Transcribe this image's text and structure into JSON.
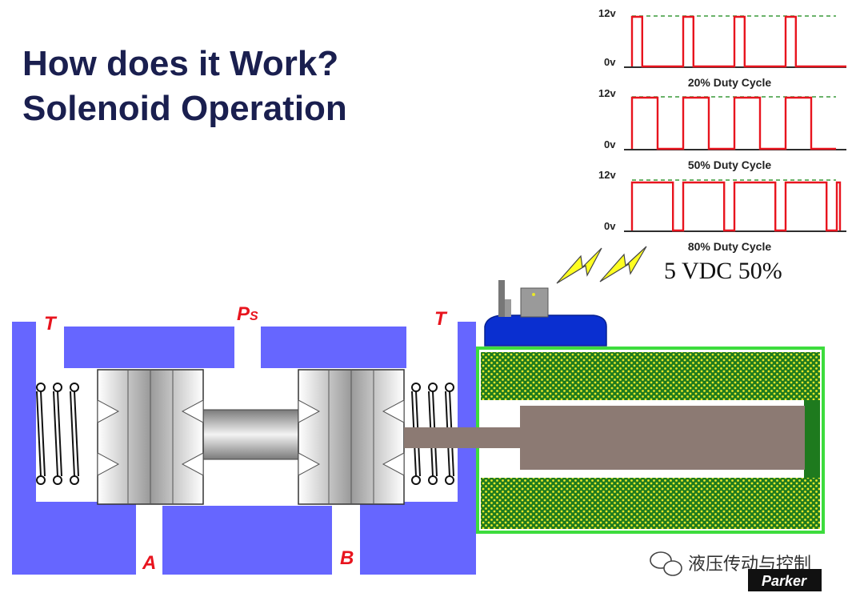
{
  "title": {
    "line1": "How does it Work?",
    "line2": "Solenoid Operation"
  },
  "ports": {
    "tank_left": "T",
    "pressure_main": "P",
    "pressure_sub": "S",
    "tank_right": "T",
    "port_a": "A",
    "port_b": "B"
  },
  "pwm_signals": [
    {
      "caption": "20% Duty Cycle",
      "high_label": "12v",
      "low_label": "0v",
      "duty_cycle": 0.2
    },
    {
      "caption": "50% Duty Cycle",
      "high_label": "12v",
      "low_label": "0v",
      "duty_cycle": 0.5
    },
    {
      "caption": "80% Duty Cycle",
      "high_label": "12v",
      "low_label": "0v",
      "duty_cycle": 0.8
    }
  ],
  "command_signal": "5 VDC 50%",
  "watermark": "液压传动与控制",
  "brand": "Parker",
  "colors": {
    "valve_body": "#6666ff",
    "signal": "#e8141e",
    "high_level": "#3a9a3a",
    "coil_green": "#1e7a1e",
    "coil_border": "#3ddc3d",
    "coil_dots": "#e8e82a",
    "armature": "#8c7a73",
    "connector_blue": "#0a2fd0",
    "label_red": "#e8141e",
    "title": "#1a1f4f"
  }
}
